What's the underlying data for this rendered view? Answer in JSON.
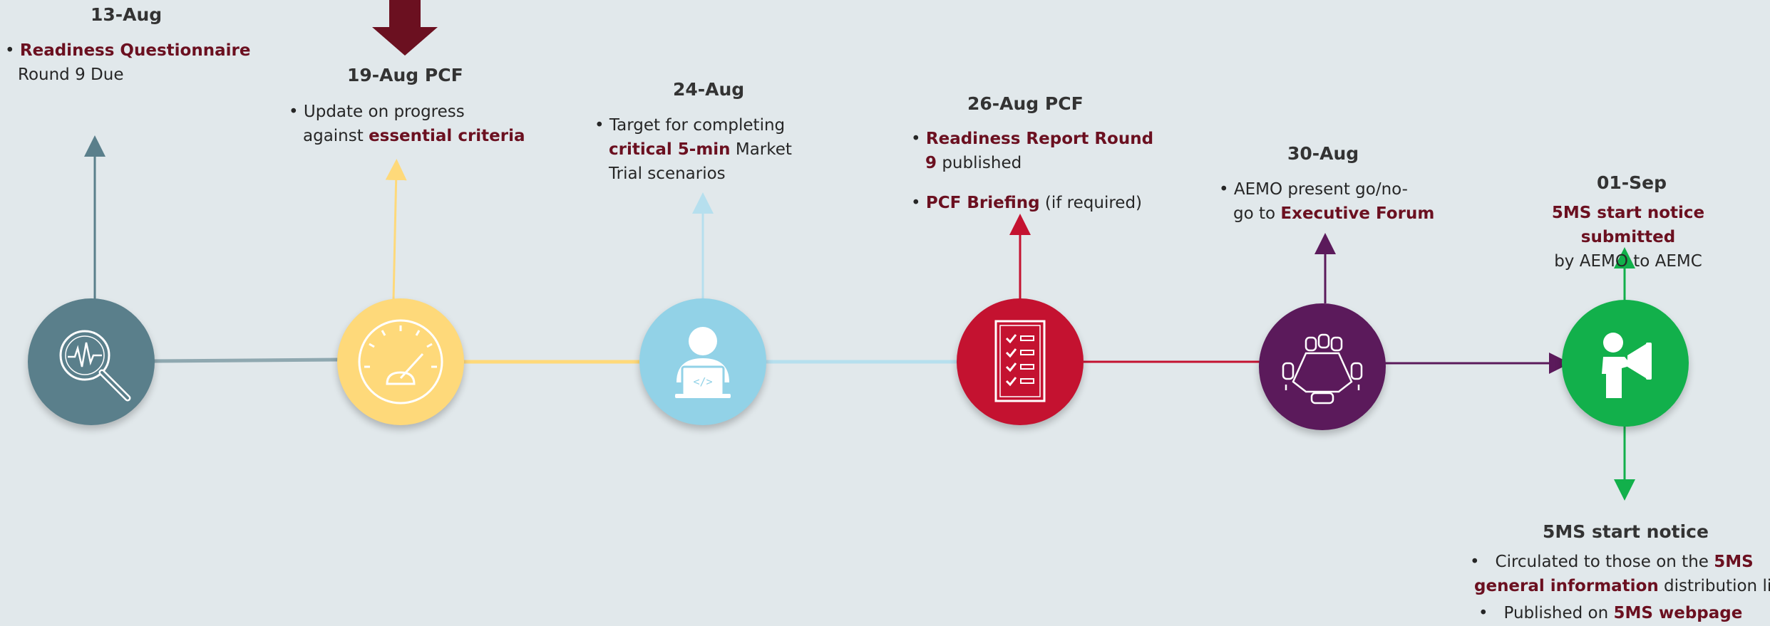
{
  "colors": {
    "teal": "#5a7f8b",
    "yellow": "#fed97a",
    "blue": "#92d2e7",
    "red": "#c41230",
    "purple": "#5b1a5b",
    "green": "#12b04b",
    "highlight": "#6b1020"
  },
  "milestones": [
    {
      "date": "13-Aug",
      "icon": "magnifier-pulse-icon",
      "line1_hl": "Readiness Questionnaire",
      "line2": "Round 9 Due"
    },
    {
      "date": "19-Aug PCF",
      "icon": "gauge-icon",
      "line1": "Update on progress",
      "line2_pre": "against ",
      "line2_hl": "essential criteria"
    },
    {
      "date": "24-Aug",
      "icon": "developer-laptop-icon",
      "line1": "Target for completing",
      "line2_hl": "critical 5-min",
      "line2_post": " Market",
      "line3": "Trial scenarios"
    },
    {
      "date": "26-Aug PCF",
      "icon": "checklist-icon",
      "b1_hl": "Readiness Report Round",
      "b1_hl2": "9",
      "b1_post": " published",
      "b2_hl": "PCF Briefing",
      "b2_post": " (if required)"
    },
    {
      "date": "30-Aug",
      "icon": "meeting-table-icon",
      "line1": "AEMO present go/no-",
      "line2_pre": "go to ",
      "line2_hl": "Executive Forum"
    },
    {
      "date": "01-Sep",
      "icon": "megaphone-person-icon",
      "line1_hl": "5MS start notice submitted",
      "line2": "by AEMO to AEMC"
    }
  ],
  "notice": {
    "title": "5MS start notice",
    "b1_pre": "Circulated to those on the ",
    "b1_hl": "5MS",
    "b1_hl2": "general information",
    "b1_post": " distribution list",
    "b2_pre": "Published on ",
    "b2_hl": "5MS webpage"
  },
  "bullet": "•"
}
